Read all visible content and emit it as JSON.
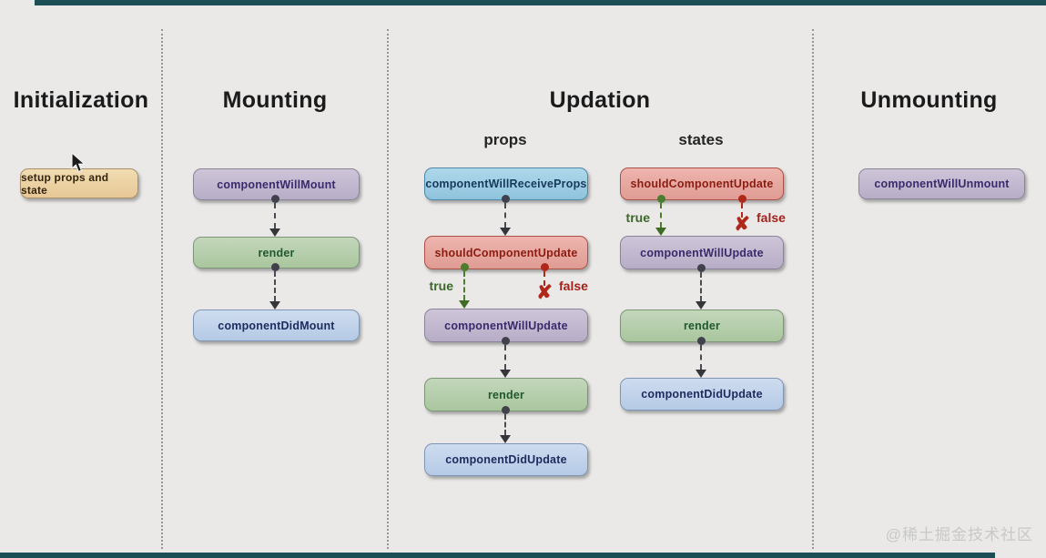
{
  "watermark": "@稀土掘金技术社区",
  "branch": {
    "true_label": "true",
    "false_label": "false"
  },
  "palette": {
    "background": "#eae9e8",
    "edge_bar": "#1c4e55",
    "orange_node": "#ecd2a4",
    "purple_node": "#c2b8d0",
    "green_node": "#b5cda9",
    "blue_node": "#c1d3ea",
    "sky_node": "#9ecde3",
    "red_node": "#e6a8a0",
    "true_green": "#4c7c2d",
    "false_red": "#b0281a"
  },
  "columns": [
    {
      "title": "Initialization",
      "nodes": [
        {
          "label": "setup props and state",
          "variant": "orange"
        }
      ]
    },
    {
      "title": "Mounting",
      "nodes": [
        {
          "label": "componentWillMount",
          "variant": "purple"
        },
        {
          "label": "render",
          "variant": "green"
        },
        {
          "label": "componentDidMount",
          "variant": "blue"
        }
      ]
    },
    {
      "title": "Updation",
      "subcolumns": [
        {
          "title": "props",
          "nodes": [
            {
              "label": "componentWillReceiveProps",
              "variant": "sky"
            },
            {
              "label": "shouldComponentUpdate",
              "variant": "red"
            },
            {
              "label": "componentWillUpdate",
              "variant": "purple"
            },
            {
              "label": "render",
              "variant": "green"
            },
            {
              "label": "componentDidUpdate",
              "variant": "blue"
            }
          ]
        },
        {
          "title": "states",
          "nodes": [
            {
              "label": "shouldComponentUpdate",
              "variant": "red"
            },
            {
              "label": "componentWillUpdate",
              "variant": "purple"
            },
            {
              "label": "render",
              "variant": "green"
            },
            {
              "label": "componentDidUpdate",
              "variant": "blue"
            }
          ]
        }
      ]
    },
    {
      "title": "Unmounting",
      "nodes": [
        {
          "label": "componentWillUnmount",
          "variant": "purple"
        }
      ]
    }
  ]
}
